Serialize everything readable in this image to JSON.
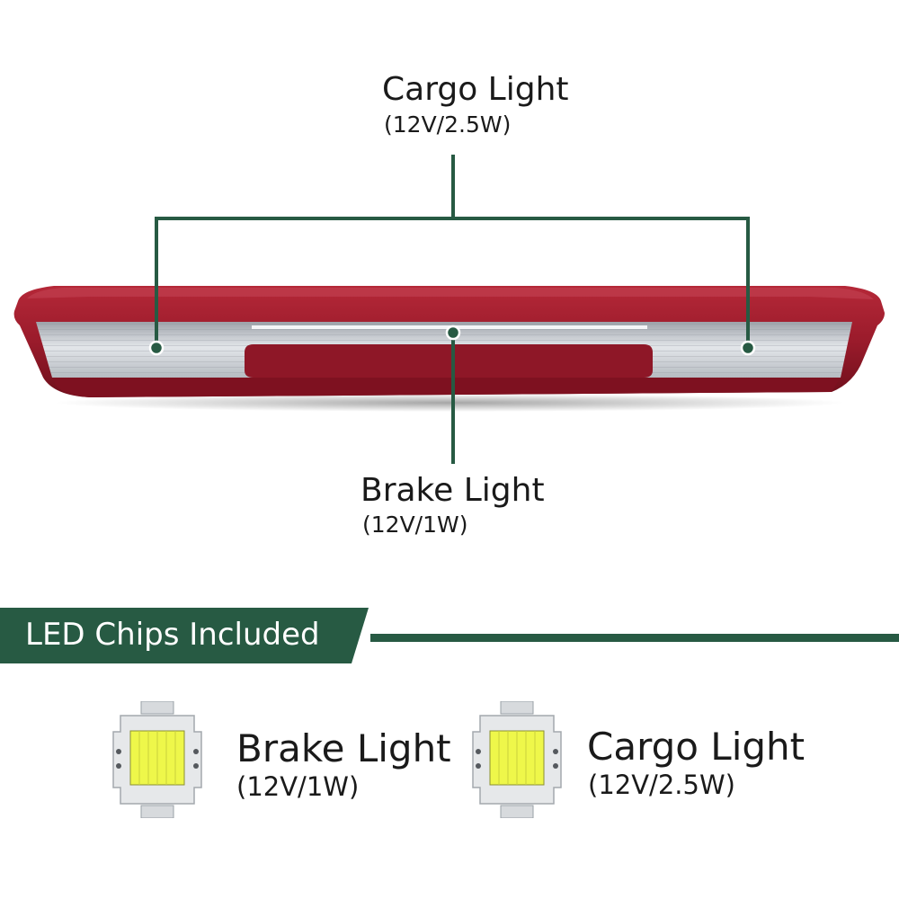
{
  "callouts": {
    "cargo": {
      "title": "Cargo Light",
      "spec": "(12V/2.5W)"
    },
    "brake": {
      "title": "Brake Light",
      "spec": "(12V/1W)"
    }
  },
  "banner": {
    "label": "LED Chips Included"
  },
  "chips": [
    {
      "title": "Brake Light",
      "spec": "(12V/1W)",
      "icon": "led-chip-icon"
    },
    {
      "title": "Cargo Light",
      "spec": "(12V/2.5W)",
      "icon": "led-chip-icon"
    }
  ],
  "colors": {
    "accent_green": "#275a43",
    "housing_red": "#9a1b2b",
    "lens_silver": "#c9cdd2",
    "led_yellow": "#eef74a"
  }
}
